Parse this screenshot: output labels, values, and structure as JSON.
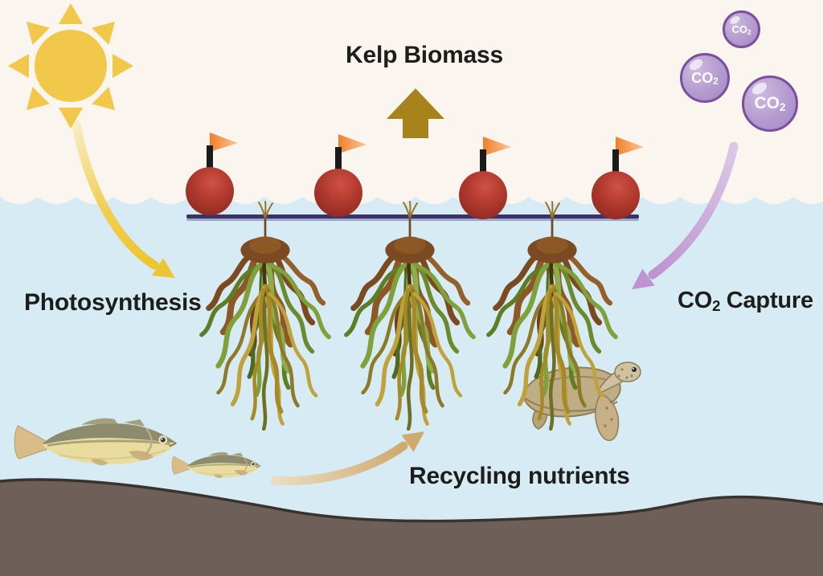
{
  "labels": {
    "kelp_biomass": "Kelp Biomass",
    "photosynthesis": "Photosynthesis",
    "co2_capture": {
      "pre": "CO",
      "sub": "2",
      "post": "Capture"
    },
    "recycling_nutrients": "Recycling nutrients"
  },
  "co2_bubbles": [
    {
      "size": "small",
      "main": "CO",
      "sub": "2"
    },
    {
      "size": "medium",
      "main": "CO",
      "sub": "2"
    },
    {
      "size": "large",
      "main": "CO",
      "sub": "2"
    }
  ],
  "scene": {
    "buoy_count": 4,
    "kelp_cluster_count": 3,
    "fish_count": 2,
    "turtle_count": 1,
    "co2_bubble_count": 3
  },
  "colors": {
    "sky_background": "#FAF5EE",
    "water": "#D6EBF3",
    "seafloor": "#6E6059",
    "seafloor_edge": "#3A322C",
    "buoy_red": "#B23A2E",
    "flag_orange": "#EF7F2C",
    "rope_navy": "#3B3366",
    "sun_yellow": "#F2C84B",
    "photosynthesis_arrow": "#EDC530",
    "co2_capture_arrow": "#BE93CF",
    "nutrient_arrow": "#CFA96E",
    "biomass_arrow": "#A8831B",
    "bubble_fill": "#B49BCF",
    "bubble_border": "#7B4E9E",
    "text": "#1D1D1B"
  }
}
